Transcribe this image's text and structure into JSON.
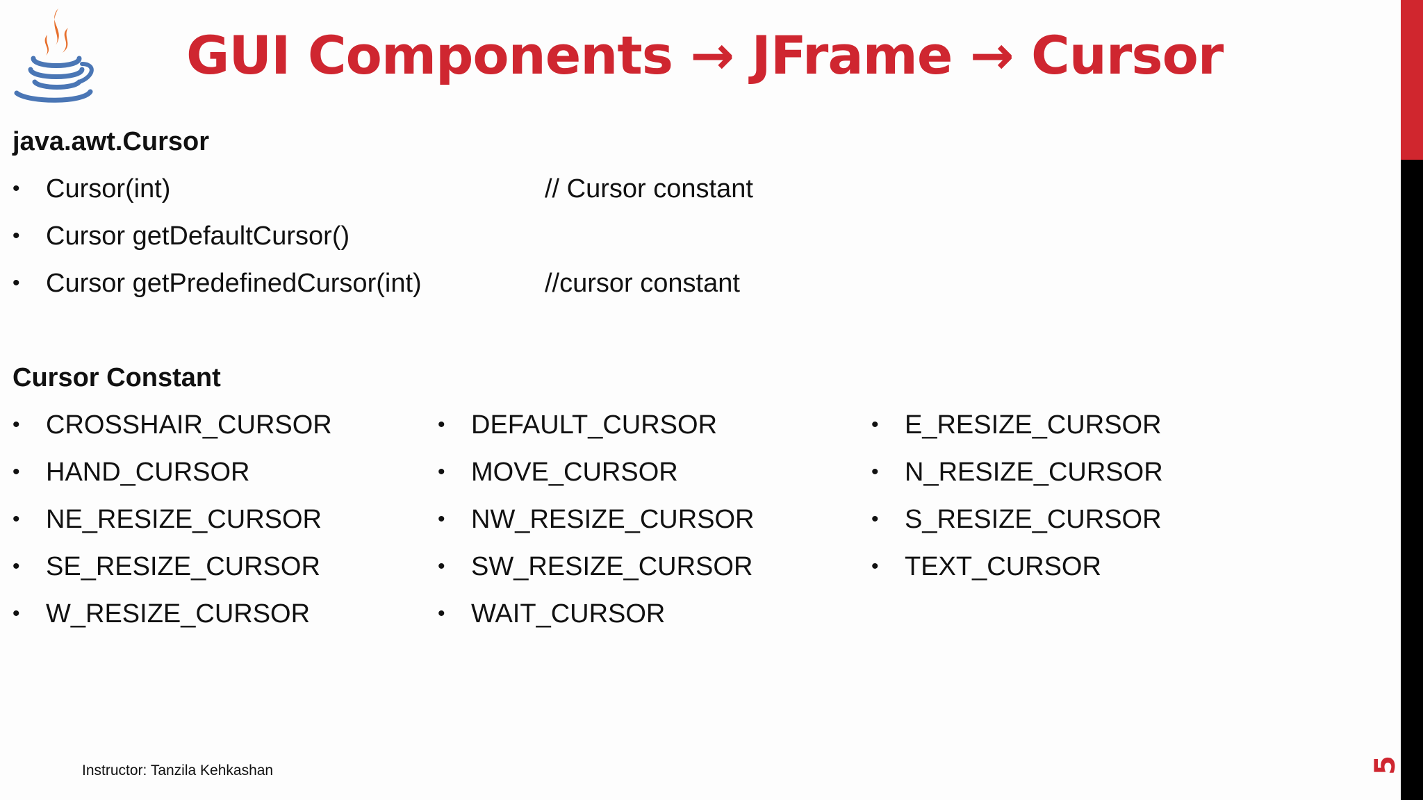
{
  "slide": {
    "title": "GUI Components → JFrame → Cursor",
    "logo_icon": "java-coffee-cup-icon",
    "colors": {
      "accent": "#cf2630",
      "side_bar_top": "#d0262e",
      "side_bar_bottom": "#000000"
    }
  },
  "section_class": {
    "heading": "java.awt.Cursor",
    "methods": [
      {
        "text": "Cursor(int)",
        "comment": "// Cursor constant"
      },
      {
        "text": "Cursor getDefaultCursor()",
        "comment": ""
      },
      {
        "text": "Cursor getPredefinedCursor(int)",
        "comment": "//cursor constant"
      }
    ]
  },
  "section_constants": {
    "heading": "Cursor Constant",
    "column_1": [
      "CROSSHAIR_CURSOR",
      "HAND_CURSOR",
      "NE_RESIZE_CURSOR",
      "SE_RESIZE_CURSOR",
      "W_RESIZE_CURSOR"
    ],
    "column_2": [
      "DEFAULT_CURSOR",
      "MOVE_CURSOR",
      "NW_RESIZE_CURSOR",
      "SW_RESIZE_CURSOR",
      "WAIT_CURSOR"
    ],
    "column_3": [
      "E_RESIZE_CURSOR",
      "N_RESIZE_CURSOR",
      "S_RESIZE_CURSOR",
      "TEXT_CURSOR"
    ]
  },
  "bullet_char": "•",
  "footer": {
    "instructor": "Instructor: Tanzila Kehkashan"
  },
  "slide_number": "5"
}
